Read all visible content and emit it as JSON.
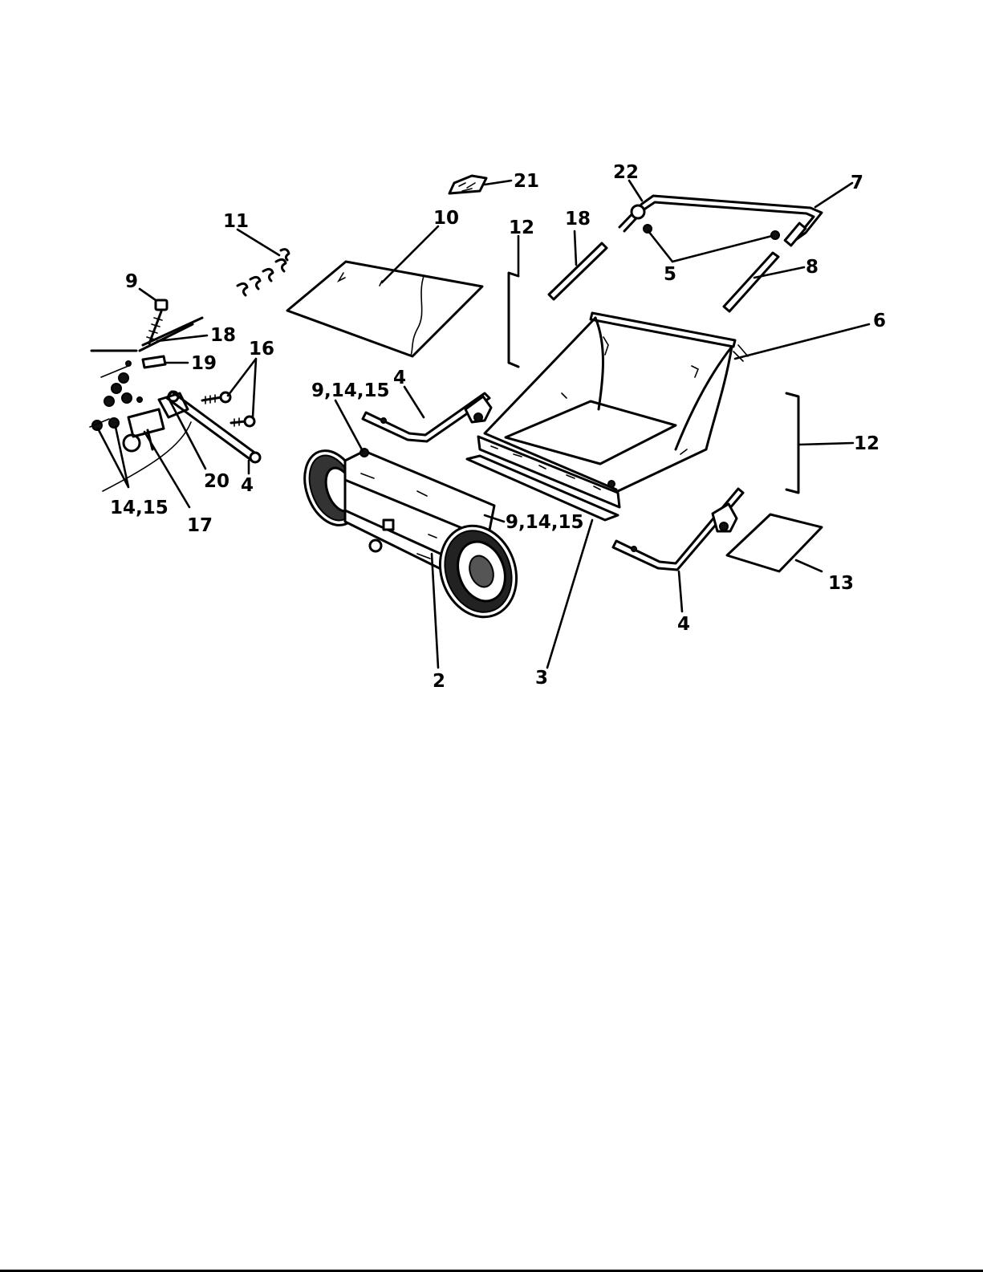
{
  "callouts": {
    "c21": "21",
    "c22": "22",
    "c7": "7",
    "c11": "11",
    "c10": "10",
    "c12_top": "12",
    "c18_top": "18",
    "c5": "5",
    "c8": "8",
    "c9": "9",
    "c18_left": "18",
    "c16": "16",
    "c19": "19",
    "c6": "6",
    "c9_14_15_top": "9,14,15",
    "c4_mid": "4",
    "c12_right": "12",
    "c20": "20",
    "c4_left": "4",
    "c14_15": "14,15",
    "c17": "17",
    "c9_14_15_right": "9,14,15",
    "c13": "13",
    "c4_bottom": "4",
    "c2": "2",
    "c3": "3"
  },
  "colors": {
    "ink": "#000000",
    "paper": "#ffffff"
  }
}
